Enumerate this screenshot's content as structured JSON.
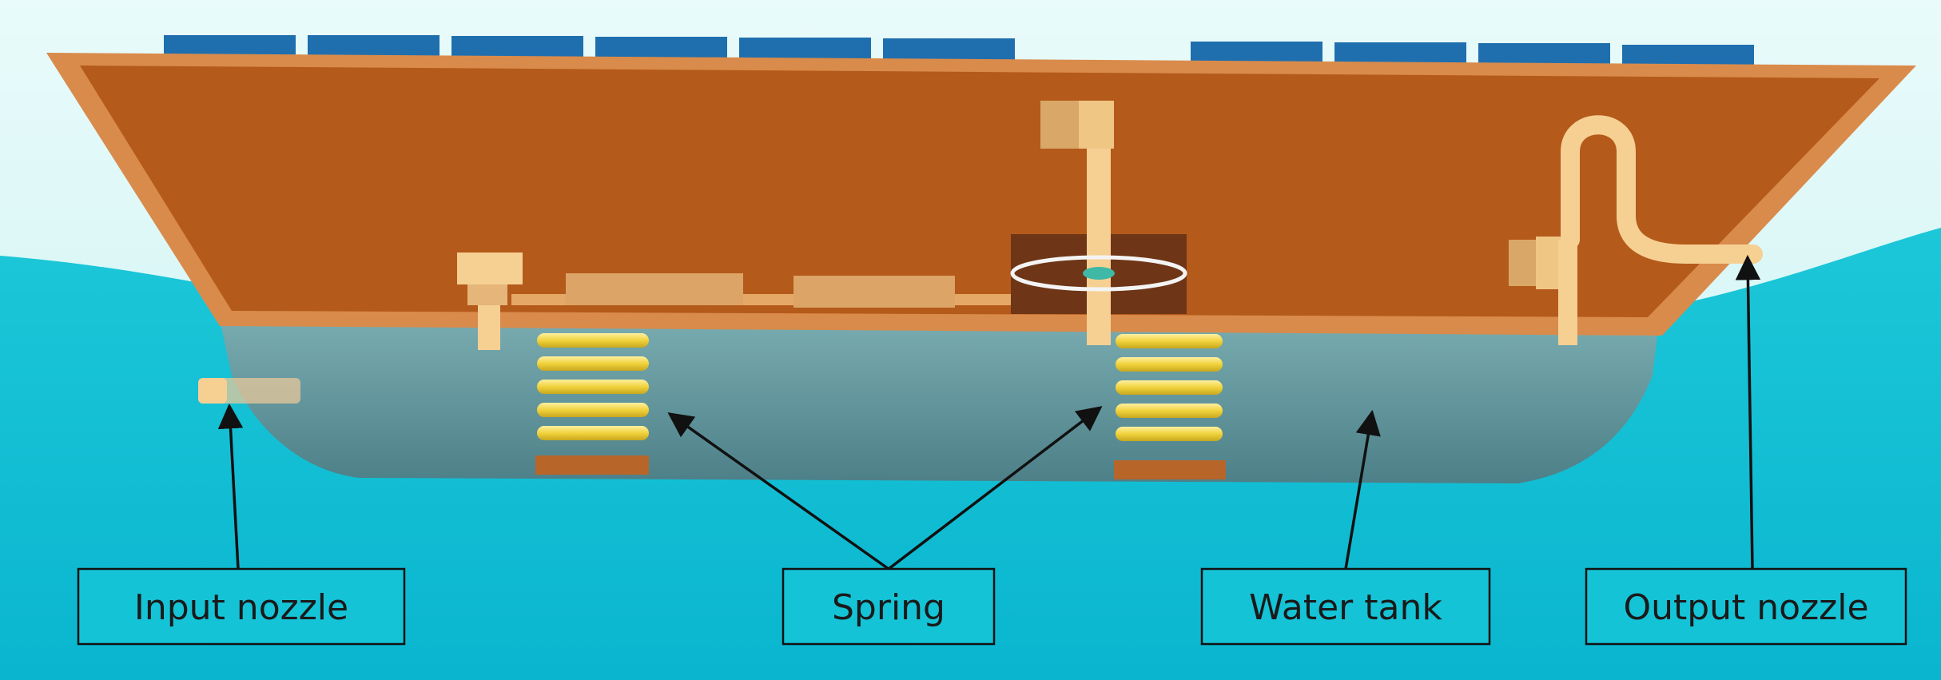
{
  "labels": {
    "input_nozzle": "Input nozzle",
    "spring": "Spring",
    "water_tank": "Water tank",
    "output_nozzle": "Output nozzle"
  },
  "colors": {
    "sky": "#d8f7f6",
    "water": "#12bfd3",
    "hull_rim": "#d98b4b",
    "hull_body": "#b45a1b",
    "tank": "#6aa1a6",
    "solar_panel": "#1f6fae",
    "fixture": "#f6cf93",
    "fixture_dark": "#d9a767",
    "spring_coil": "#f1d84a",
    "spring_base": "#b8652a",
    "label_box": "#15c3d6"
  },
  "icons": {
    "solar_panels": "solar-panel-icon",
    "spring": "spring-coil-icon",
    "propeller": "propeller-icon"
  }
}
